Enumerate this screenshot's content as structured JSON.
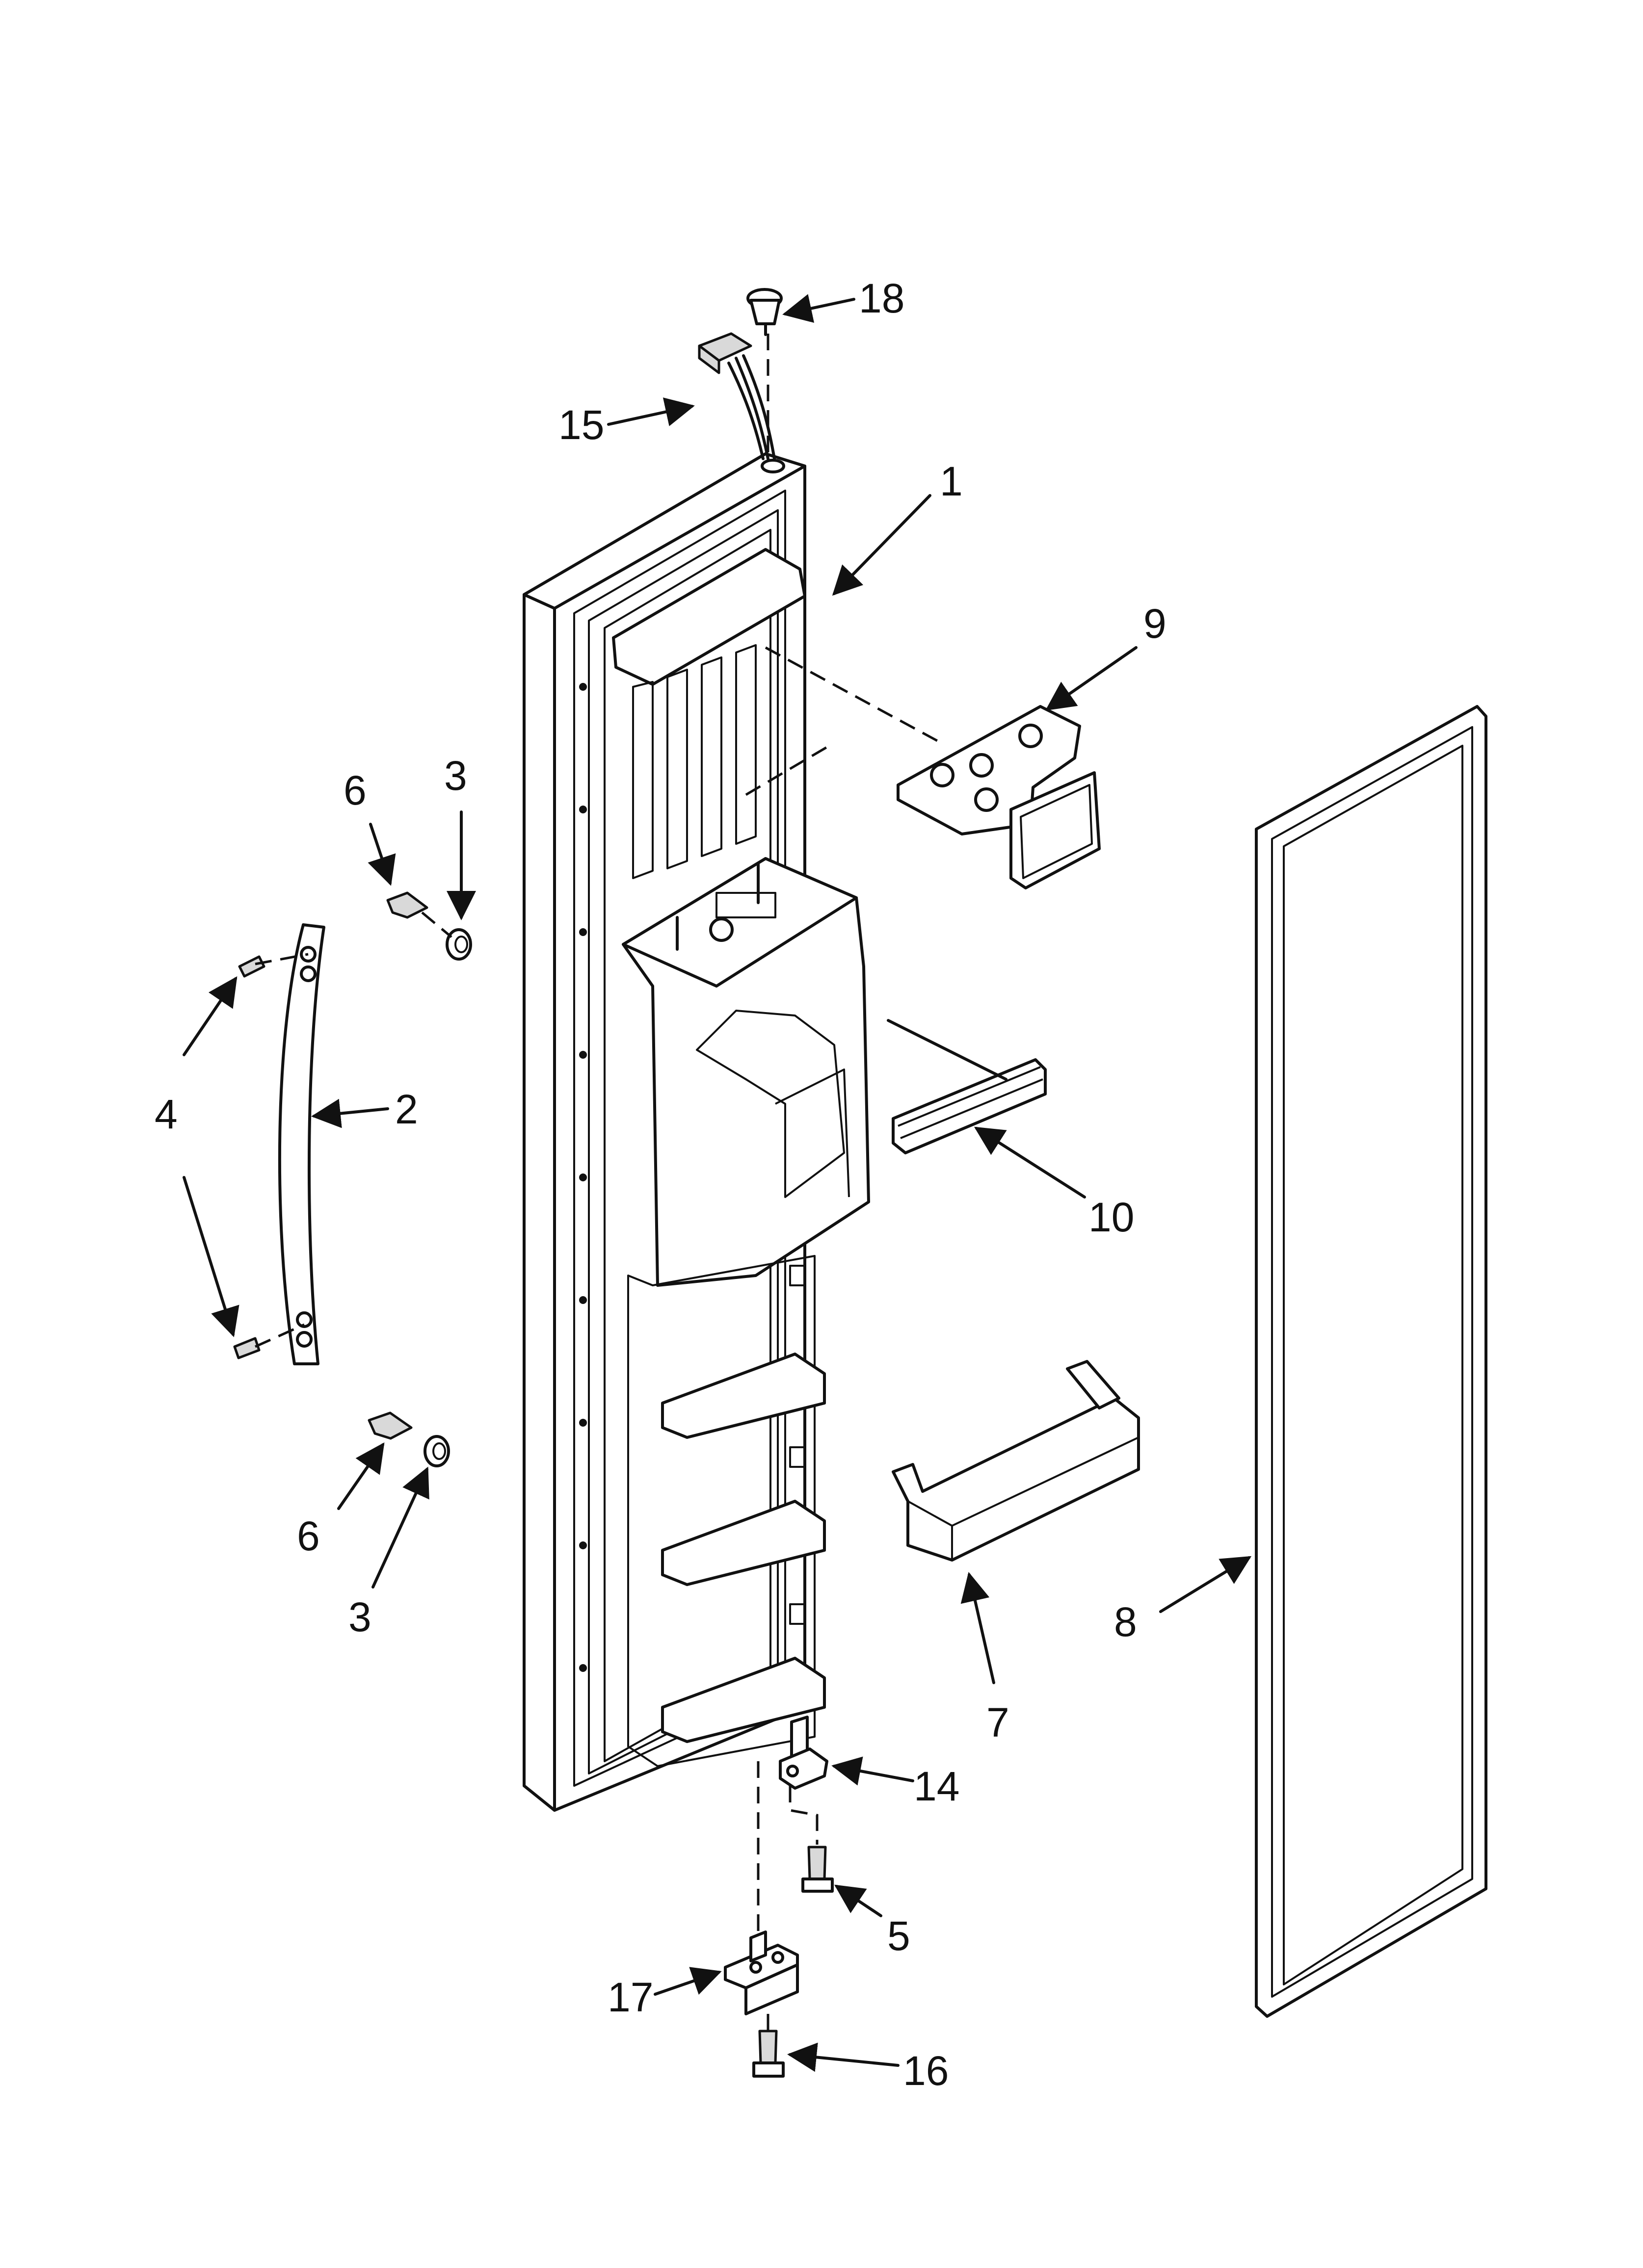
{
  "callouts": [
    {
      "id": "c18",
      "label": "18"
    },
    {
      "id": "c15",
      "label": "15"
    },
    {
      "id": "c1",
      "label": "1"
    },
    {
      "id": "c9",
      "label": "9"
    },
    {
      "id": "c6a",
      "label": "6"
    },
    {
      "id": "c3a",
      "label": "3"
    },
    {
      "id": "c2",
      "label": "2"
    },
    {
      "id": "c4",
      "label": "4"
    },
    {
      "id": "c10",
      "label": "10"
    },
    {
      "id": "c6b",
      "label": "6"
    },
    {
      "id": "c3b",
      "label": "3"
    },
    {
      "id": "c8",
      "label": "8"
    },
    {
      "id": "c7",
      "label": "7"
    },
    {
      "id": "c14",
      "label": "14"
    },
    {
      "id": "c5",
      "label": "5"
    },
    {
      "id": "c17",
      "label": "17"
    },
    {
      "id": "c16",
      "label": "16"
    }
  ]
}
